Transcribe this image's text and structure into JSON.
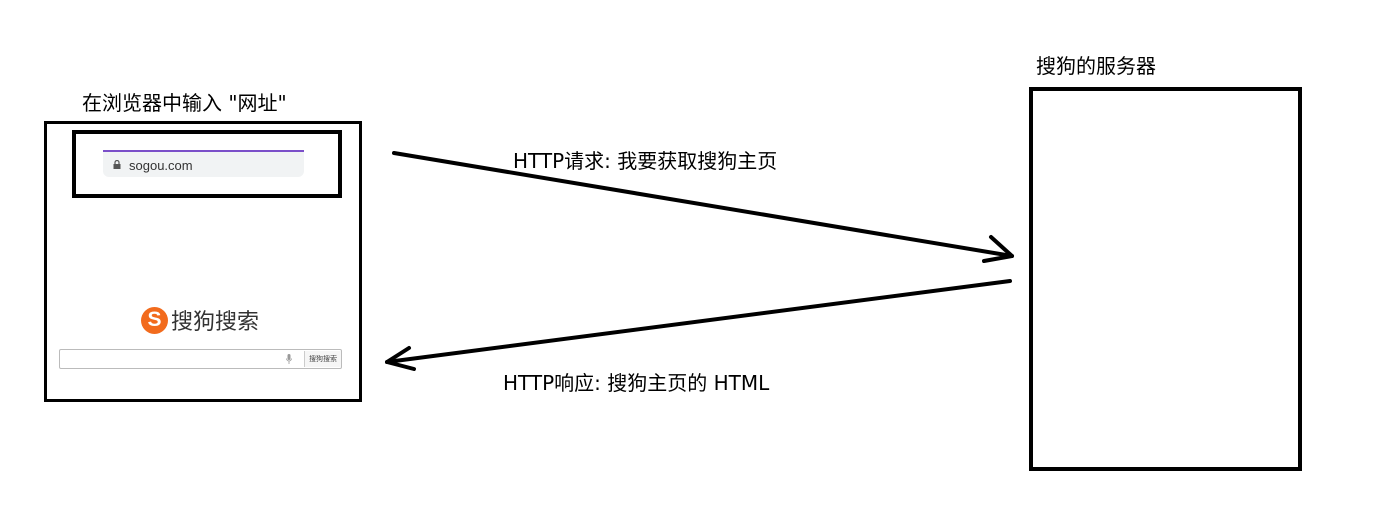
{
  "browser": {
    "caption": "在浏览器中输入 \"网址\"",
    "address_bar": {
      "url": "sogou.com",
      "icon": "lock-icon"
    },
    "homepage": {
      "logo_letter": "S",
      "logo_name": "搜狗搜索",
      "search_button_label": "搜狗搜索",
      "mic_icon": "mic-icon"
    }
  },
  "server": {
    "caption": "搜狗的服务器"
  },
  "request": {
    "label": "HTTP请求: 我要获取搜狗主页"
  },
  "response": {
    "label": "HTTP响应: 搜狗主页的 HTML"
  },
  "colors": {
    "line": "#000000",
    "address_bar_accent": "#7b4fc9",
    "sogou_orange": "#f26b1d"
  }
}
